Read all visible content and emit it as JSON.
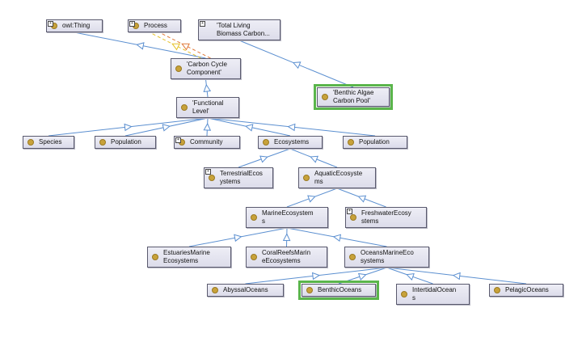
{
  "colors": {
    "edge": "#5b8fd0",
    "edge_yellow": "#e6c229",
    "edge_orange": "#e07a3a",
    "highlight": "#5ab54b",
    "dot": "#c8a23a"
  },
  "icons": {
    "class_marker": "class-dot-icon",
    "expand_marker": "expand-box-icon"
  },
  "nodes": {
    "owl_thing": "owl:Thing",
    "process": "Process",
    "total_living": "'Total Living\nBiomass Carbon...",
    "carbon_cycle": "'Carbon Cycle\nComponent'",
    "benthic_algae": "'Benthic Algae\nCarbon Pool'",
    "functional_level": "'Functional\nLevel'",
    "species": "Species",
    "population1": "Population",
    "community": "Community",
    "ecosystems": "Ecosystems",
    "population2": "Population",
    "terrestrial": "TerrestrialEcos\nystems",
    "aquatic": "AquaticEcosyste\nms",
    "marine": "MarineEcosystem\ns",
    "freshwater": "FreshwaterEcosy\nstems",
    "estuaries": "EstuariesMarine\nEcosystems",
    "coralreefs": "CoralReefsMarin\neEcosystems",
    "oceansmarine": "OceansMarineEco\nsystems",
    "abyssal": "AbyssalOceans",
    "benthic": "BenthicOceans",
    "intertidal": "IntertidalOcean\ns",
    "pelagic": "PelagicOceans"
  }
}
